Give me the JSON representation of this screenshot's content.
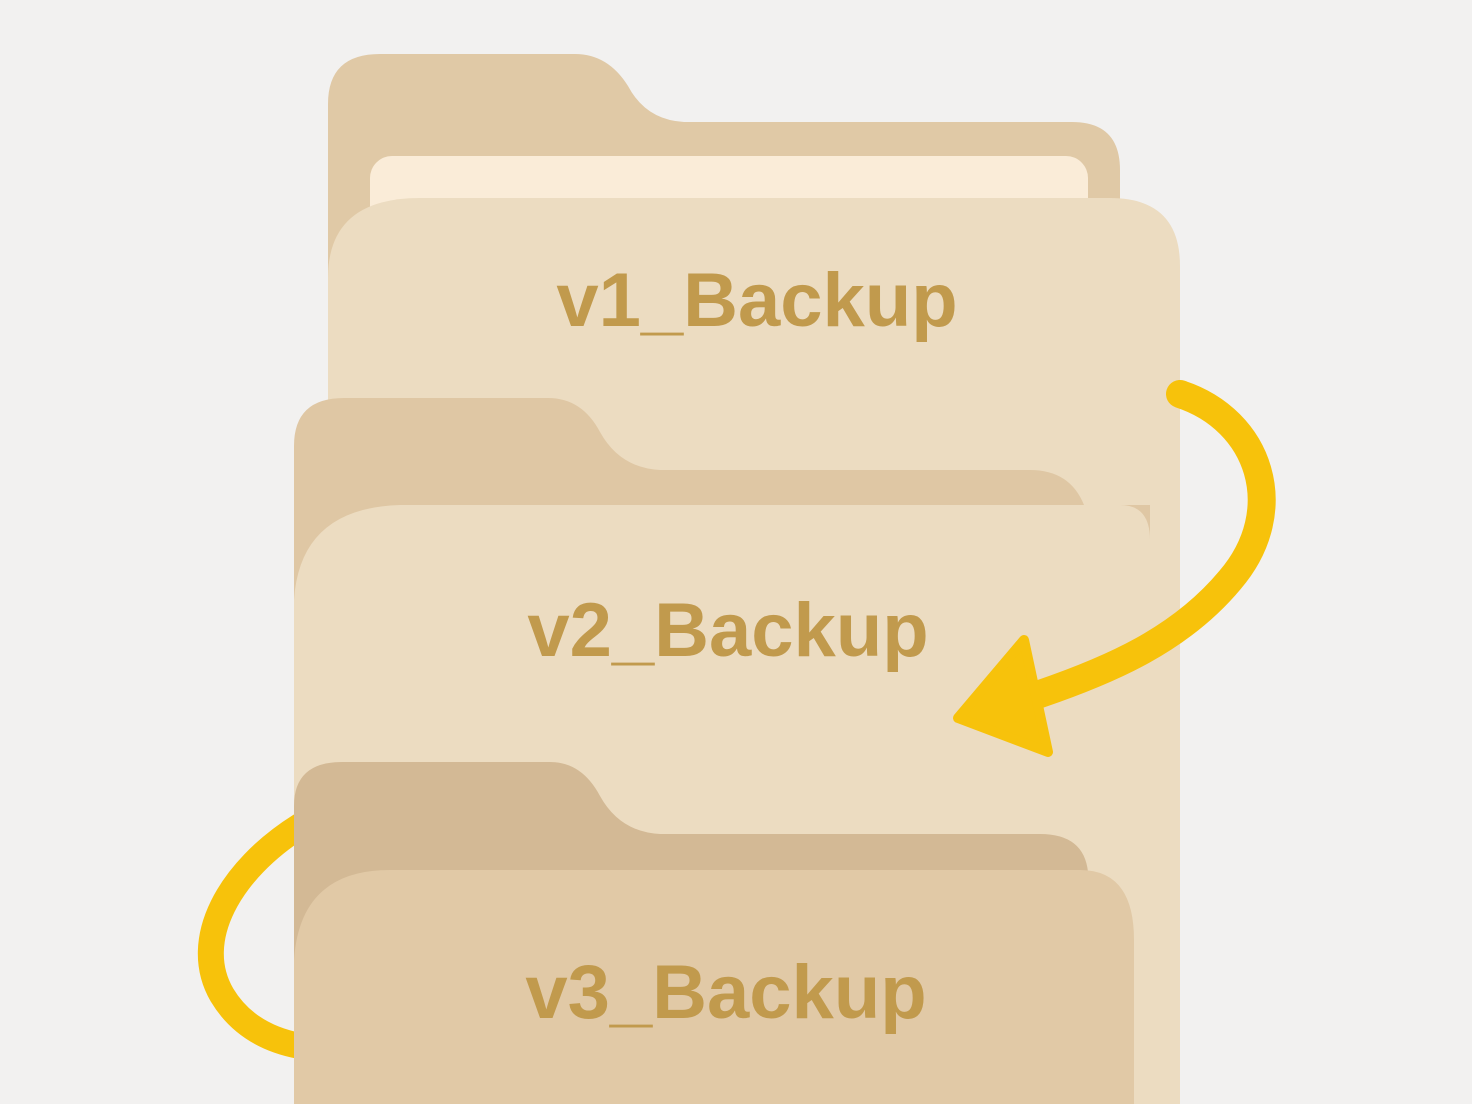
{
  "folders": [
    {
      "label": "v1_Backup"
    },
    {
      "label": "v2_Backup"
    },
    {
      "label": "v3_Backup"
    }
  ],
  "colors": {
    "background": "#f2f1f0",
    "folder_back": "#e0c9a6",
    "folder_back_dark": "#d3b995",
    "folder_front": "#ecdcc1",
    "folder_front_dark": "#e1c9a6",
    "paper": "#faecd8",
    "label": "#c19a4d",
    "arrow": "#f7c20b"
  },
  "icons": {
    "arrow_top": "curved-arrow-icon",
    "arrow_bottom": "curved-arrow-icon"
  }
}
